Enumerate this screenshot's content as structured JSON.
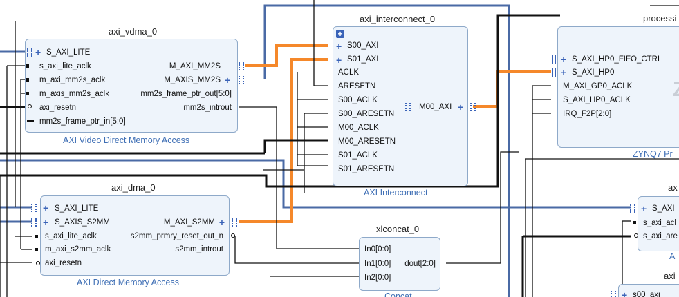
{
  "blocks": {
    "vdma": {
      "name": "axi_vdma_0",
      "subtitle": "AXI Video Direct Memory Access",
      "left_ports": [
        "S_AXI_LITE",
        "s_axi_lite_aclk",
        "m_axi_mm2s_aclk",
        "m_axis_mm2s_aclk",
        "axi_resetn",
        "mm2s_frame_ptr_in[5:0]"
      ],
      "right_ports": [
        "M_AXI_MM2S",
        "M_AXIS_MM2S",
        "mm2s_frame_ptr_out[5:0]",
        "mm2s_introut"
      ]
    },
    "dma": {
      "name": "axi_dma_0",
      "subtitle": "AXI Direct Memory Access",
      "left_ports": [
        "S_AXI_LITE",
        "S_AXIS_S2MM",
        "s_axi_lite_aclk",
        "m_axi_s2mm_aclk",
        "axi_resetn"
      ],
      "right_ports": [
        "M_AXI_S2MM",
        "s2mm_prmry_reset_out_n",
        "s2mm_introut"
      ]
    },
    "interconnect": {
      "name": "axi_interconnect_0",
      "subtitle": "AXI Interconnect",
      "left_ports": [
        "S00_AXI",
        "S01_AXI",
        "ACLK",
        "ARESETN",
        "S00_ACLK",
        "S00_ARESETN",
        "M00_ACLK",
        "M00_ARESETN",
        "S01_ACLK",
        "S01_ARESETN"
      ],
      "right_port": "M00_AXI"
    },
    "concat": {
      "name": "xlconcat_0",
      "subtitle": "Concat",
      "left_ports": [
        "In0[0:0]",
        "In1[0:0]",
        "In2[0:0]"
      ],
      "right_port": "dout[2:0]"
    },
    "ps": {
      "name": "processi",
      "subtitle": "ZYNQ7 Pr",
      "logo": "Z",
      "left_ports": [
        "S_AXI_HP0_FIFO_CTRL",
        "S_AXI_HP0",
        "M_AXI_GP0_ACLK",
        "S_AXI_HP0_ACLK",
        "IRQ_F2P[2:0]"
      ]
    },
    "ax_right": {
      "name": "ax",
      "subtitle": "A",
      "left_ports": [
        "S_AXI",
        "s_axi_acl",
        "s_axi_are"
      ]
    },
    "axi_bottom": {
      "name": "axi",
      "left_ports": [
        "s00_axi"
      ]
    }
  },
  "colors": {
    "block_fill": "#eef4fb",
    "block_border": "#8ea9c9",
    "bus": "#4a6aa5",
    "highlight": "#f5882a",
    "net": "#111111",
    "subtitle": "#3f6fb5"
  }
}
